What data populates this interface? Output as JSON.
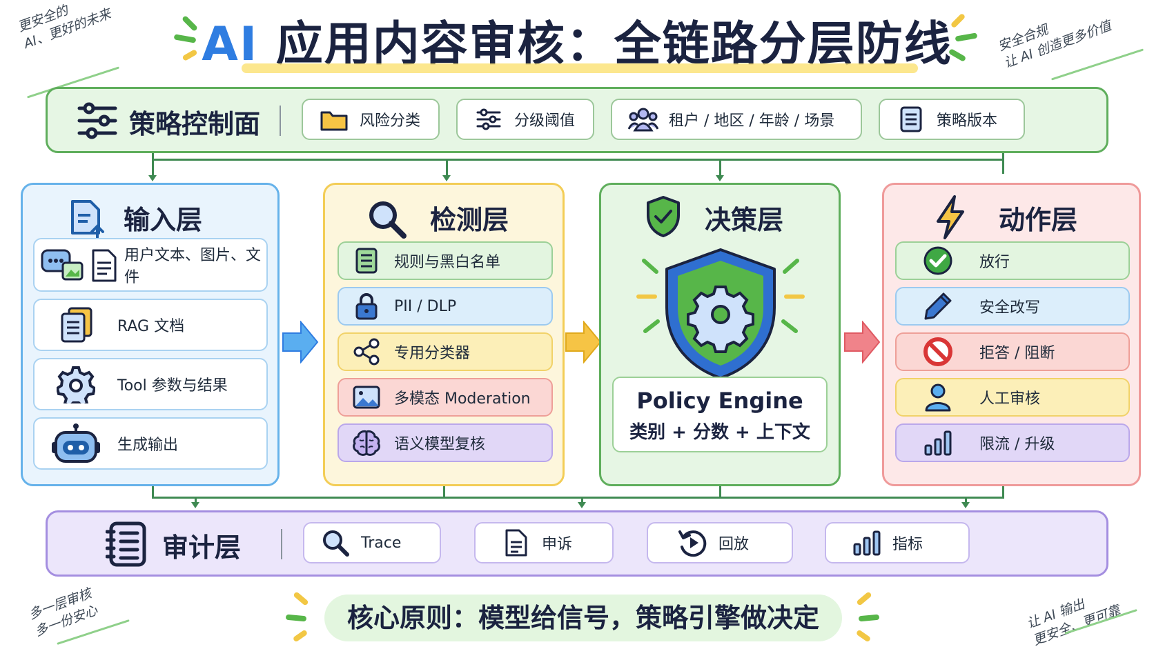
{
  "title": {
    "prefix": "AI",
    "main": " 应用内容审核：全链路分层防线"
  },
  "corner_notes": {
    "top_left": [
      "更安全的",
      "AI、更好的未来"
    ],
    "top_right": [
      "安全合规",
      "让 AI 创造更多价值"
    ],
    "bottom_left": [
      "多一层审核",
      "多一份安心"
    ],
    "bottom_right": [
      "让 AI 输出",
      "更安全、更可靠"
    ]
  },
  "policy_bar": {
    "title": "策略控制面",
    "items": [
      {
        "label": "风险分类",
        "icon": "folder-icon"
      },
      {
        "label": "分级阈值",
        "icon": "sliders-icon"
      },
      {
        "label": "租户 / 地区 / 年龄 / 场景",
        "icon": "users-icon"
      },
      {
        "label": "策略版本",
        "icon": "document-icon"
      }
    ]
  },
  "layers": {
    "input": {
      "title": "输入层",
      "items": [
        {
          "label": "用户文本、图片、文件",
          "icon": "chat-image-file-icon"
        },
        {
          "label": "RAG 文档",
          "icon": "documents-icon"
        },
        {
          "label": "Tool 参数与结果",
          "icon": "gear-icon"
        },
        {
          "label": "生成输出",
          "icon": "robot-icon"
        }
      ]
    },
    "detect": {
      "title": "检测层",
      "items": [
        {
          "label": "规则与黑白名单",
          "icon": "list-document-icon"
        },
        {
          "label": "PII / DLP",
          "icon": "lock-icon"
        },
        {
          "label": "专用分类器",
          "icon": "share-nodes-icon"
        },
        {
          "label": "多模态 Moderation",
          "icon": "image-icon"
        },
        {
          "label": "语义模型复核",
          "icon": "brain-icon"
        }
      ]
    },
    "decide": {
      "title": "决策层",
      "engine_name": "Policy Engine",
      "engine_formula": "类别 + 分数 + 上下文"
    },
    "action": {
      "title": "动作层",
      "items": [
        {
          "label": "放行",
          "icon": "check-circle-icon"
        },
        {
          "label": "安全改写",
          "icon": "pencil-icon"
        },
        {
          "label": "拒答 / 阻断",
          "icon": "block-icon"
        },
        {
          "label": "人工审核",
          "icon": "person-icon"
        },
        {
          "label": "限流 / 升级",
          "icon": "bar-chart-icon"
        }
      ]
    }
  },
  "audit_bar": {
    "title": "审计层",
    "items": [
      {
        "label": "Trace",
        "icon": "search-icon"
      },
      {
        "label": "申诉",
        "icon": "document-icon"
      },
      {
        "label": "回放",
        "icon": "replay-icon"
      },
      {
        "label": "指标",
        "icon": "bar-chart-icon"
      }
    ]
  },
  "principle": "核心原则：模型给信号，策略引擎做决定",
  "colors": {
    "green_border": "#5fae5c",
    "blue_border": "#66b2ea",
    "yellow_border": "#f3cd56",
    "red_border": "#ef9a9a",
    "purple_border": "#a48ee0"
  }
}
